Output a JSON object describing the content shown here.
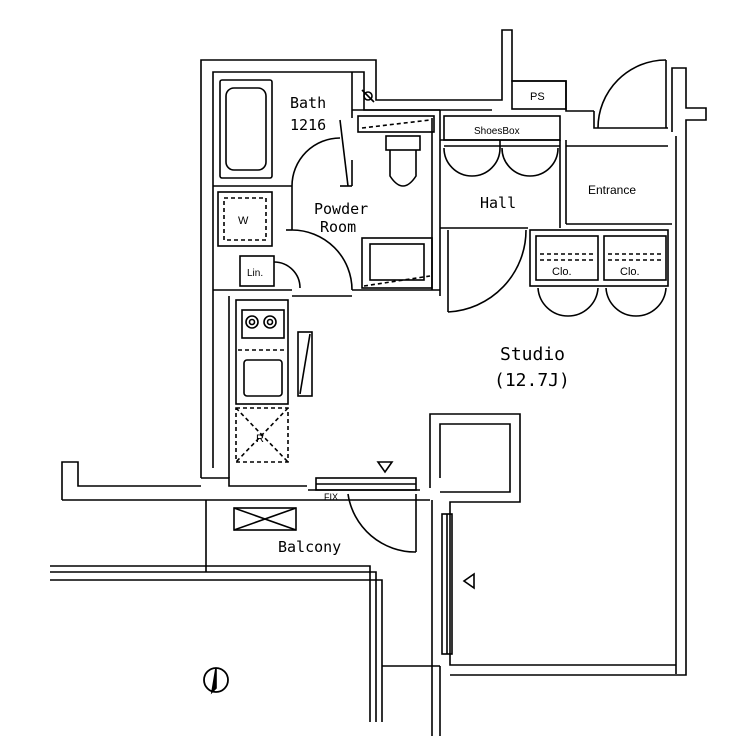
{
  "rooms": {
    "bath": {
      "name": "Bath",
      "size": "1216"
    },
    "powder_room": {
      "line1": "Powder",
      "line2": "Room"
    },
    "hall": "Hall",
    "entrance": "Entrance",
    "shoes_box": "ShoesBox",
    "ps": "PS",
    "studio": {
      "name": "Studio",
      "area": "(12.7J)"
    },
    "balcony": "Balcony"
  },
  "fixtures": {
    "washer": "W",
    "linen": "Lin.",
    "refrigerator": "R",
    "closet_1": "Clo.",
    "closet_2": "Clo.",
    "fix_window": "FIX"
  },
  "icons": [
    "north-compass-icon",
    "shower-valve-icon"
  ]
}
